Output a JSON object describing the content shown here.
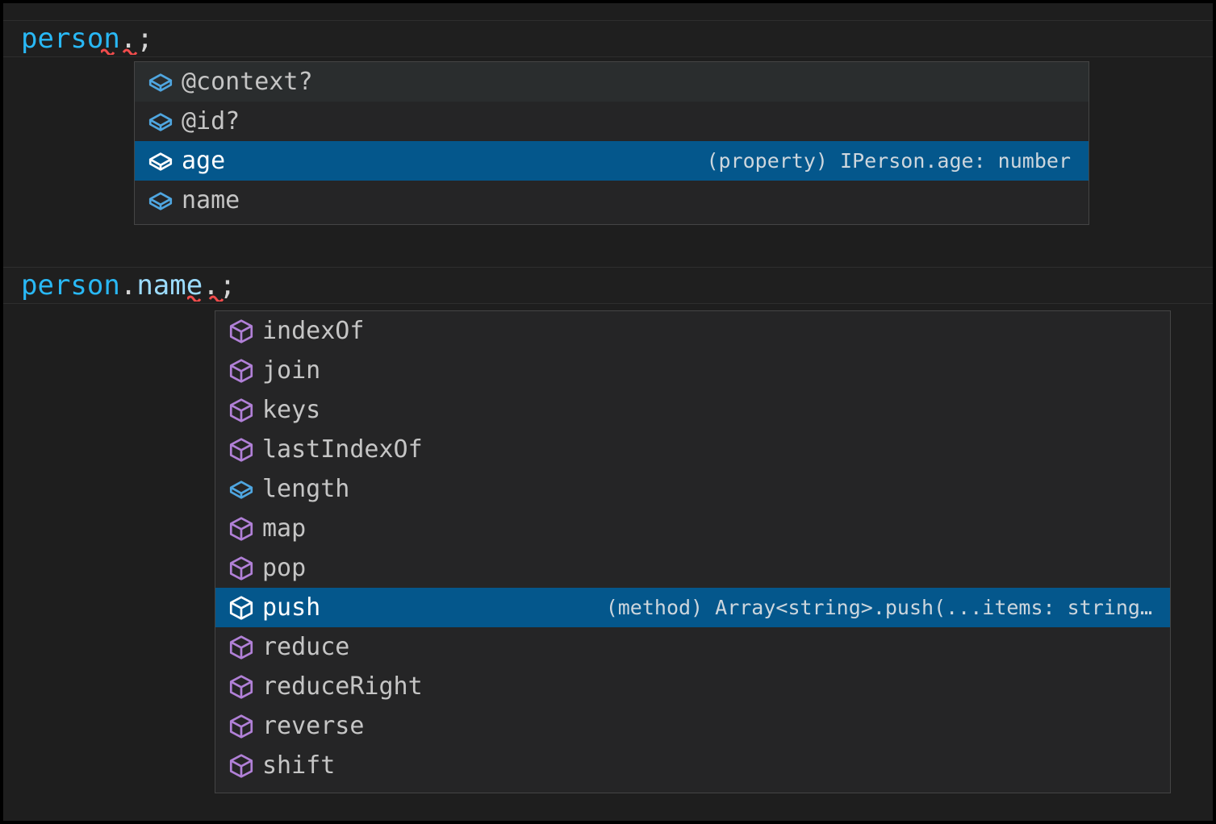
{
  "theme": {
    "editor_background": "#1E1E1E",
    "active_line_background": "#1F1F1F",
    "widget_background": "#252526",
    "widget_border": "#454545",
    "selected_row_background": "#04578C",
    "hover_row_background": "#2A2D2E",
    "label_color": "#C5C5C5",
    "detail_color": "#CDD6DD",
    "variable_color": "#29B8F5",
    "property_color": "#9CDCFE",
    "punctuation_color": "#D4D4D4",
    "error_squiggle_color": "#F14C4C",
    "method_icon_color": "#B180D7",
    "property_icon_color": "#4FA6E0",
    "selected_icon_color": "#FFFFFF"
  },
  "panes": [
    {
      "name": "pane-one",
      "code": {
        "variable": "person",
        "dot": ".",
        "semicolon": ";",
        "full_text": "person.;"
      },
      "suggest": {
        "name": "suggest-widget-person",
        "items": [
          {
            "label": "@context?",
            "icon": "property-cube-icon",
            "kind": "property",
            "state": "hover",
            "detail": ""
          },
          {
            "label": "@id?",
            "icon": "property-cube-icon",
            "kind": "property",
            "state": "normal",
            "detail": ""
          },
          {
            "label": "age",
            "icon": "property-cube-icon",
            "kind": "property",
            "state": "selected",
            "detail": "(property) IPerson.age: number"
          },
          {
            "label": "name",
            "icon": "property-cube-icon",
            "kind": "property",
            "state": "normal",
            "detail": ""
          }
        ]
      }
    },
    {
      "name": "pane-two",
      "code": {
        "variable": "person",
        "dot": ".",
        "property": "name",
        "semicolon": ";",
        "full_text": "person.name.;"
      },
      "suggest": {
        "name": "suggest-widget-person-name",
        "items": [
          {
            "label": "indexOf",
            "icon": "method-cube-icon",
            "kind": "method",
            "state": "normal",
            "detail": ""
          },
          {
            "label": "join",
            "icon": "method-cube-icon",
            "kind": "method",
            "state": "normal",
            "detail": ""
          },
          {
            "label": "keys",
            "icon": "method-cube-icon",
            "kind": "method",
            "state": "normal",
            "detail": ""
          },
          {
            "label": "lastIndexOf",
            "icon": "method-cube-icon",
            "kind": "method",
            "state": "normal",
            "detail": ""
          },
          {
            "label": "length",
            "icon": "property-cube-icon",
            "kind": "property",
            "state": "normal",
            "detail": ""
          },
          {
            "label": "map",
            "icon": "method-cube-icon",
            "kind": "method",
            "state": "normal",
            "detail": ""
          },
          {
            "label": "pop",
            "icon": "method-cube-icon",
            "kind": "method",
            "state": "normal",
            "detail": ""
          },
          {
            "label": "push",
            "icon": "method-cube-icon",
            "kind": "method",
            "state": "selected",
            "detail": "(method) Array<string>.push(...items: string…"
          },
          {
            "label": "reduce",
            "icon": "method-cube-icon",
            "kind": "method",
            "state": "normal",
            "detail": ""
          },
          {
            "label": "reduceRight",
            "icon": "method-cube-icon",
            "kind": "method",
            "state": "normal",
            "detail": ""
          },
          {
            "label": "reverse",
            "icon": "method-cube-icon",
            "kind": "method",
            "state": "normal",
            "detail": ""
          },
          {
            "label": "shift",
            "icon": "method-cube-icon",
            "kind": "method",
            "state": "normal",
            "detail": ""
          }
        ]
      }
    }
  ]
}
